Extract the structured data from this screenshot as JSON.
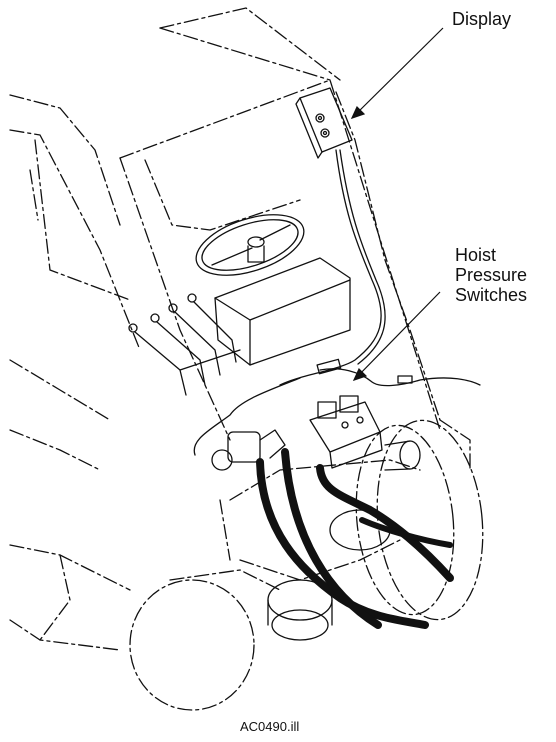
{
  "labels": {
    "display": "Display",
    "hoist_line1": "Hoist",
    "hoist_line2": "Pressure",
    "hoist_line3": "Switches"
  },
  "figure_id": "AC0490.ill",
  "colors": {
    "ink": "#111111",
    "background": "#ffffff"
  }
}
